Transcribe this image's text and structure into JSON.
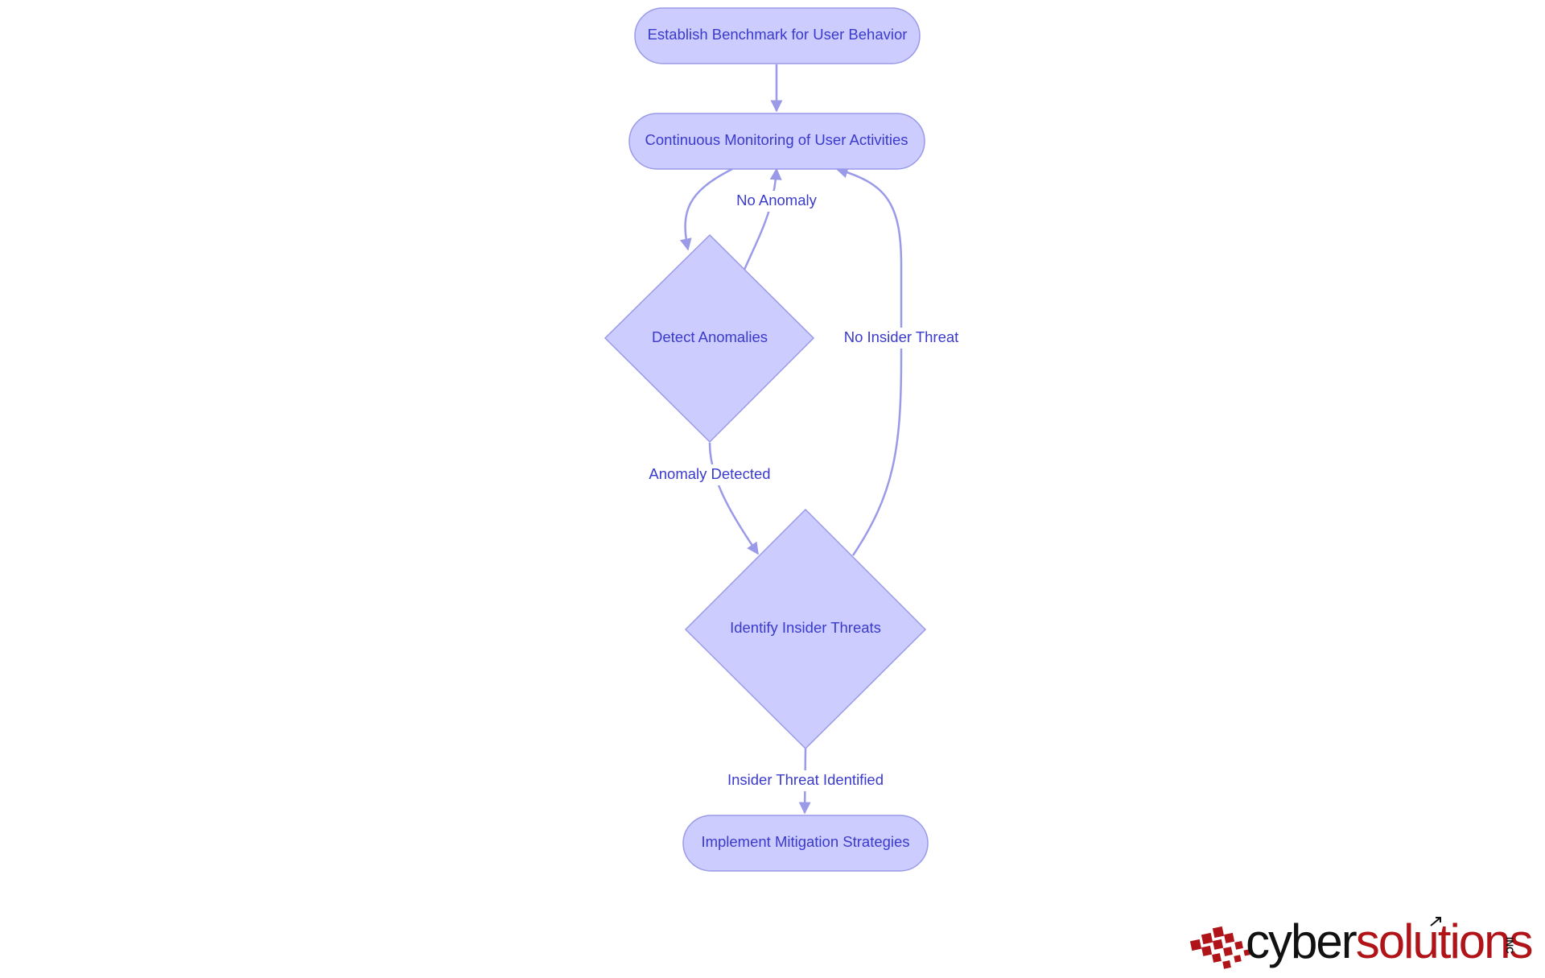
{
  "nodes": {
    "establish": "Establish Benchmark for User Behavior",
    "monitoring": "Continuous Monitoring of User Activities",
    "detect": "Detect Anomalies",
    "identify": "Identify Insider Threats",
    "mitigate": "Implement Mitigation Strategies"
  },
  "edges": {
    "no_anomaly": "No Anomaly",
    "anomaly_detected": "Anomaly Detected",
    "no_insider_threat": "No Insider Threat",
    "insider_threat_identified": "Insider Threat Identified"
  },
  "logo": {
    "cyber": "cyber",
    "solutions": "solutions",
    "inc": "INC"
  },
  "colors": {
    "node_fill": "#ccccff",
    "node_stroke": "#9a9ae8",
    "text": "#3a3acb",
    "logo_red": "#b01418",
    "logo_black": "#111111"
  }
}
